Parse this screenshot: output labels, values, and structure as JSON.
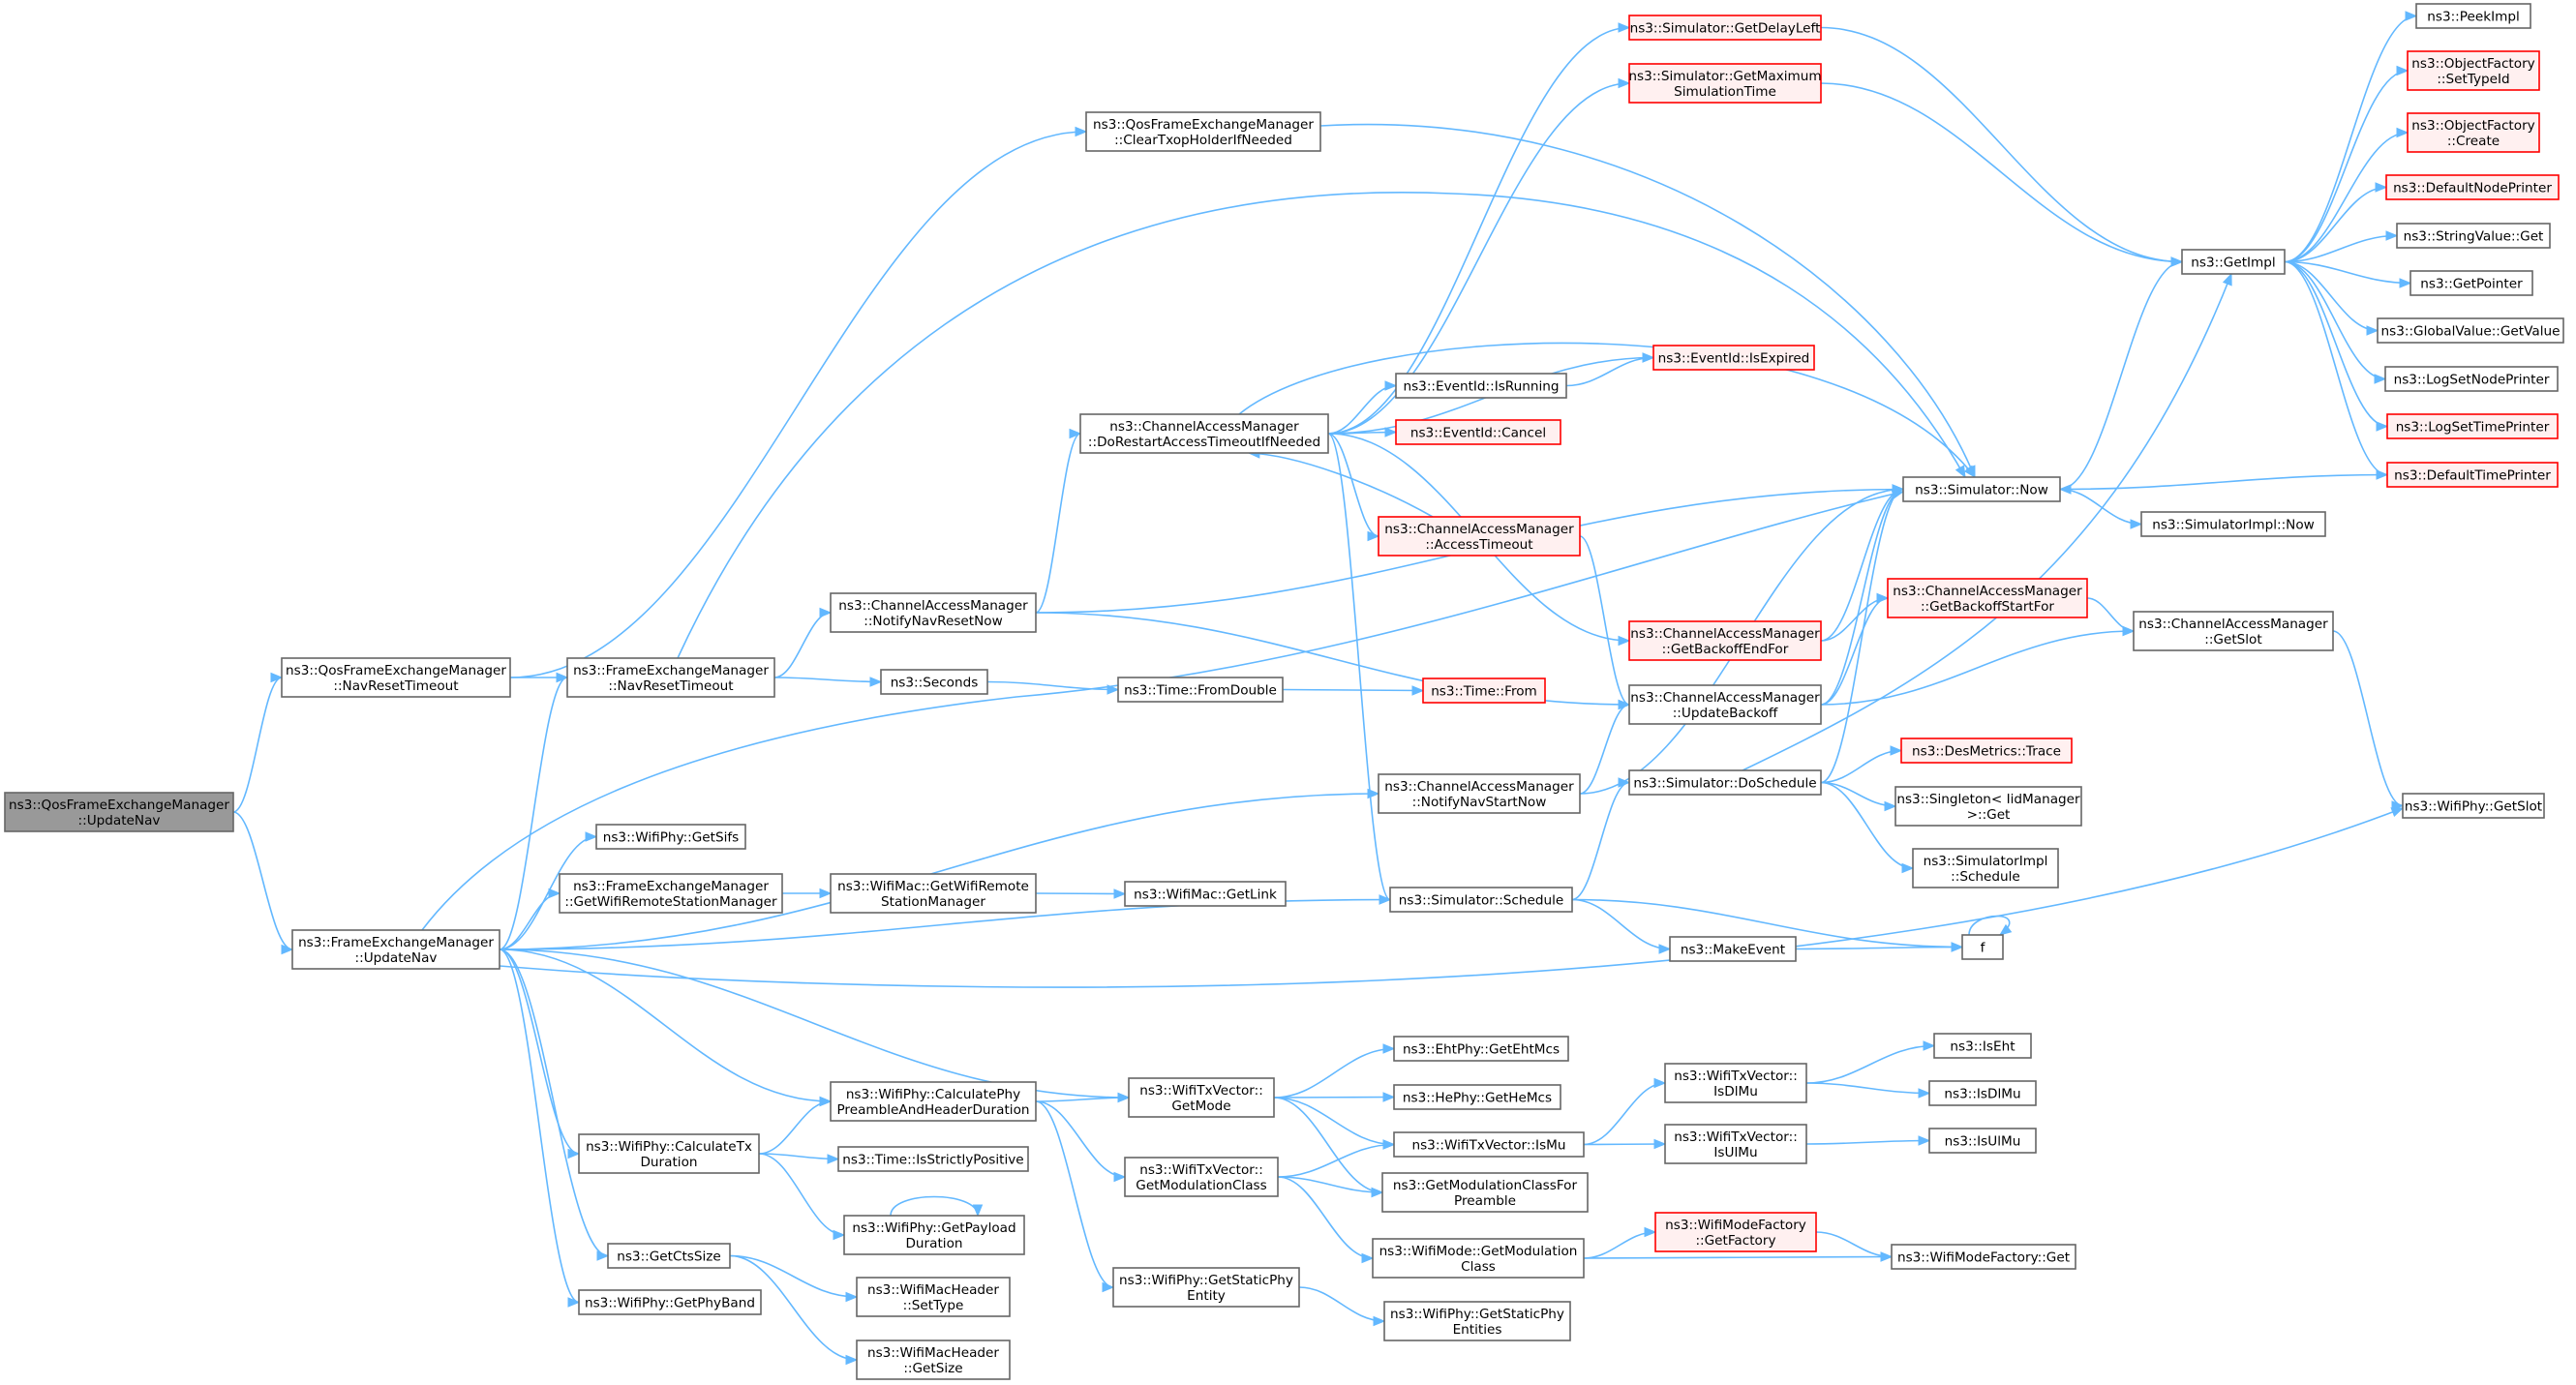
{
  "colors": {
    "edge": "#63b8ff",
    "node_border": "#666666",
    "node_border_incomplete": "#ff0000",
    "node_fill_incomplete": "#fff0f0",
    "root_fill": "#999999"
  },
  "nodes": {
    "root": {
      "lines": [
        "ns3::QosFrameExchangeManager",
        "::UpdateNav"
      ],
      "style": "root"
    },
    "qnrt": {
      "lines": [
        "ns3::QosFrameExchangeManager",
        "::NavResetTimeout"
      ]
    },
    "feun": {
      "lines": [
        "ns3::FrameExchangeManager",
        "::UpdateNav"
      ]
    },
    "qcth": {
      "lines": [
        "ns3::QosFrameExchangeManager",
        "::ClearTxopHolderIfNeeded"
      ]
    },
    "fnrt": {
      "lines": [
        "ns3::FrameExchangeManager",
        "::NavResetTimeout"
      ]
    },
    "sifs": {
      "lines": [
        "ns3::WifiPhy::GetSifs"
      ]
    },
    "grsm": {
      "lines": [
        "ns3::FrameExchangeManager",
        "::GetWifiRemoteStationManager"
      ]
    },
    "cpad": {
      "lines": [
        "ns3::WifiPhy::CalculatePhy",
        "PreambleAndHeaderDuration"
      ]
    },
    "ctxd": {
      "lines": [
        "ns3::WifiPhy::CalculateTx",
        "Duration"
      ]
    },
    "ccts": {
      "lines": [
        "ns3::GetCtsSize"
      ]
    },
    "gpb": {
      "lines": [
        "ns3::WifiPhy::GetPhyBand"
      ]
    },
    "nnrn": {
      "lines": [
        "ns3::ChannelAccessManager",
        "::NotifyNavResetNow"
      ]
    },
    "secs": {
      "lines": [
        "ns3::Seconds"
      ]
    },
    "wmgr": {
      "lines": [
        "ns3::WifiMac::GetWifiRemote",
        "StationManager"
      ]
    },
    "isp": {
      "lines": [
        "ns3::Time::IsStrictlyPositive"
      ]
    },
    "gpd": {
      "lines": [
        "ns3::WifiPhy::GetPayload",
        "Duration"
      ]
    },
    "mhst": {
      "lines": [
        "ns3::WifiMacHeader",
        "::SetType"
      ]
    },
    "mhgs": {
      "lines": [
        "ns3::WifiMacHeader",
        "::GetSize"
      ]
    },
    "drat": {
      "lines": [
        "ns3::ChannelAccessManager",
        "::DoRestartAccessTimeoutIfNeeded"
      ]
    },
    "tfd": {
      "lines": [
        "ns3::Time::FromDouble"
      ]
    },
    "glink": {
      "lines": [
        "ns3::WifiMac::GetLink"
      ]
    },
    "tgm": {
      "lines": [
        "ns3::WifiTxVector::",
        "GetMode"
      ]
    },
    "tgmc": {
      "lines": [
        "ns3::WifiTxVector::",
        "GetModulationClass"
      ]
    },
    "gspe": {
      "lines": [
        "ns3::WifiPhy::GetStaticPhy",
        "Entity"
      ]
    },
    "sgdl": {
      "lines": [
        "ns3::Simulator::GetDelayLeft"
      ],
      "style": "red"
    },
    "sgms": {
      "lines": [
        "ns3::Simulator::GetMaximum",
        "SimulationTime"
      ],
      "style": "red"
    },
    "eir": {
      "lines": [
        "ns3::EventId::IsRunning"
      ]
    },
    "eie": {
      "lines": [
        "ns3::EventId::IsExpired"
      ],
      "style": "red"
    },
    "eic": {
      "lines": [
        "ns3::EventId::Cancel"
      ],
      "style": "red"
    },
    "cat": {
      "lines": [
        "ns3::ChannelAccessManager",
        "::AccessTimeout"
      ],
      "style": "red"
    },
    "tfrom": {
      "lines": [
        "ns3::Time::From"
      ],
      "style": "red"
    },
    "nnsn": {
      "lines": [
        "ns3::ChannelAccessManager",
        "::NotifyNavStartNow"
      ]
    },
    "ssch": {
      "lines": [
        "ns3::Simulator::Schedule"
      ]
    },
    "mkev": {
      "lines": [
        "ns3::MakeEvent"
      ]
    },
    "gehm": {
      "lines": [
        "ns3::EhtPhy::GetEhtMcs"
      ]
    },
    "ghem": {
      "lines": [
        "ns3::HePhy::GetHeMcs"
      ]
    },
    "ismu": {
      "lines": [
        "ns3::WifiTxVector::IsMu"
      ]
    },
    "gmcp": {
      "lines": [
        "ns3::GetModulationClassFor",
        "Preamble"
      ]
    },
    "mgmc": {
      "lines": [
        "ns3::WifiMode::GetModulation",
        "Class"
      ]
    },
    "gspes": {
      "lines": [
        "ns3::WifiPhy::GetStaticPhy",
        "Entities"
      ]
    },
    "snow": {
      "lines": [
        "ns3::Simulator::Now"
      ]
    },
    "gbef": {
      "lines": [
        "ns3::ChannelAccessManager",
        "::GetBackoffEndFor"
      ],
      "style": "red"
    },
    "cub": {
      "lines": [
        "ns3::ChannelAccessManager",
        "::UpdateBackoff"
      ]
    },
    "sdos": {
      "lines": [
        "ns3::Simulator::DoSchedule"
      ]
    },
    "isdl": {
      "lines": [
        "ns3::WifiTxVector::",
        "IsDlMu"
      ]
    },
    "isul": {
      "lines": [
        "ns3::WifiTxVector::",
        "IsUlMu"
      ]
    },
    "mfgf": {
      "lines": [
        "ns3::WifiModeFactory",
        "::GetFactory"
      ],
      "style": "red"
    },
    "gbsf": {
      "lines": [
        "ns3::ChannelAccessManager",
        "::GetBackoffStartFor"
      ],
      "style": "red"
    },
    "dmt": {
      "lines": [
        "ns3::DesMetrics::Trace"
      ],
      "style": "red"
    },
    "sing": {
      "lines": [
        "ns3::Singleton< IidManager",
        " >::Get"
      ]
    },
    "sisch": {
      "lines": [
        "ns3::SimulatorImpl",
        "::Schedule"
      ]
    },
    "ff": {
      "lines": [
        "f"
      ]
    },
    "isnow": {
      "lines": [
        "ns3::SimulatorImpl::Now"
      ]
    },
    "iseht": {
      "lines": [
        "ns3::IsEht"
      ]
    },
    "isdlmu": {
      "lines": [
        "ns3::IsDlMu"
      ]
    },
    "isulmu": {
      "lines": [
        "ns3::IsUlMu"
      ]
    },
    "mfget": {
      "lines": [
        "ns3::WifiModeFactory::Get"
      ]
    },
    "gimpl": {
      "lines": [
        "ns3::GetImpl"
      ]
    },
    "cgs": {
      "lines": [
        "ns3::ChannelAccessManager",
        "::GetSlot"
      ]
    },
    "peek": {
      "lines": [
        "ns3::PeekImpl"
      ]
    },
    "ofst": {
      "lines": [
        "ns3::ObjectFactory",
        "::SetTypeId"
      ],
      "style": "red"
    },
    "ofcr": {
      "lines": [
        "ns3::ObjectFactory",
        "::Create"
      ],
      "style": "red"
    },
    "dnp": {
      "lines": [
        "ns3::DefaultNodePrinter"
      ],
      "style": "red"
    },
    "svg": {
      "lines": [
        "ns3::StringValue::Get"
      ]
    },
    "gptr": {
      "lines": [
        "ns3::GetPointer"
      ]
    },
    "gvgv": {
      "lines": [
        "ns3::GlobalValue::GetValue"
      ]
    },
    "lsnp": {
      "lines": [
        "ns3::LogSetNodePrinter"
      ]
    },
    "lstp": {
      "lines": [
        "ns3::LogSetTimePrinter"
      ],
      "style": "red"
    },
    "dtp": {
      "lines": [
        "ns3::DefaultTimePrinter"
      ],
      "style": "red"
    },
    "wgs": {
      "lines": [
        "ns3::WifiPhy::GetSlot"
      ]
    }
  }
}
